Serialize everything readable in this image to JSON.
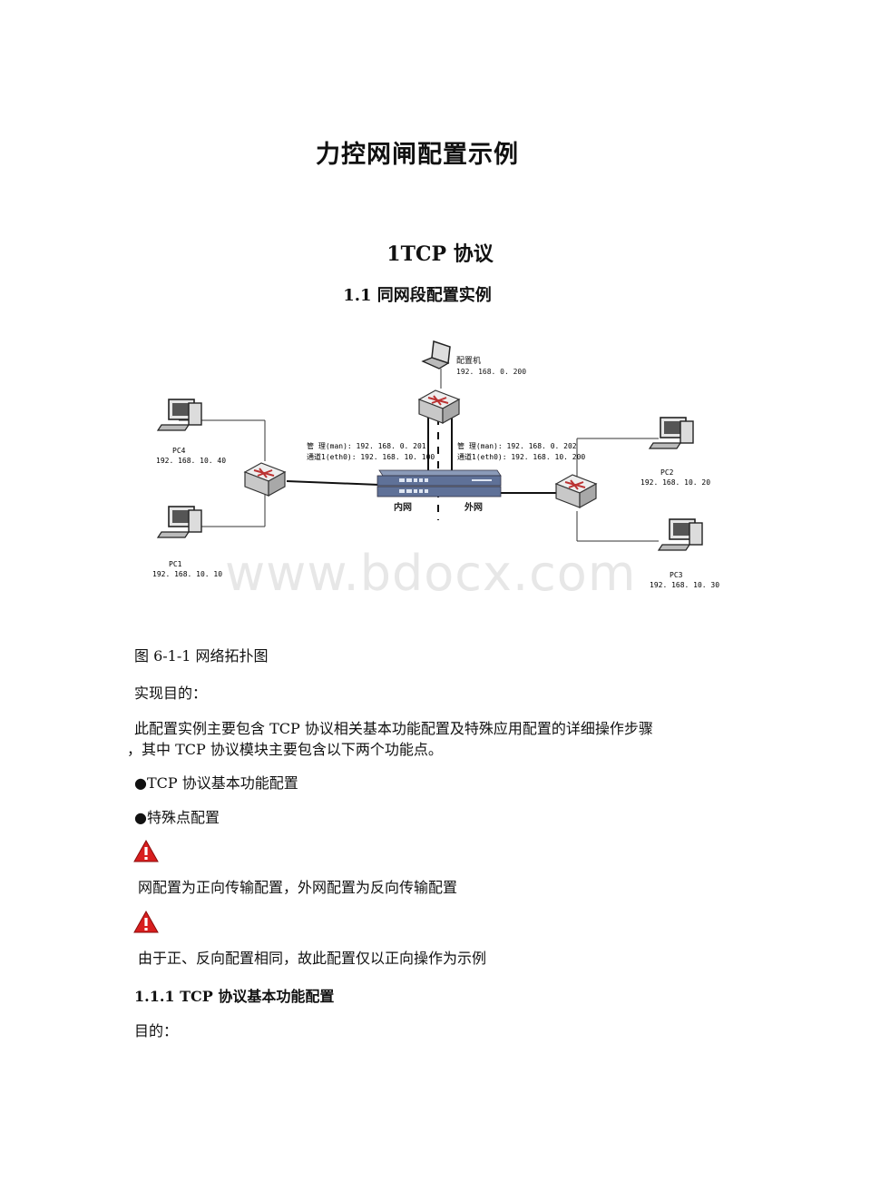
{
  "title": "力控网闸配置示例",
  "section1": "1TCP 协议",
  "section1_1": "1.1 同网段配置实例",
  "diagram": {
    "config_pc_name": "配置机",
    "config_pc_ip": "192. 168. 0. 200",
    "pc4_name": "PC4",
    "pc4_ip": "192. 168. 10. 40",
    "pc1_name": "PC1",
    "pc1_ip": "192. 168. 10. 10",
    "pc2_name": "PC2",
    "pc2_ip": "192. 168. 10. 20",
    "pc3_name": "PC3",
    "pc3_ip": "192. 168. 10. 30",
    "left_mgmt": "管  理(man): 192. 168. 0. 201",
    "left_channel": "通道1(eth0): 192. 168. 10. 100",
    "right_mgmt": "管  理(man): 192. 168. 0. 202",
    "right_channel": "通道1(eth0): 192. 168. 10. 200",
    "inner_net": "内网",
    "outer_net": "外网"
  },
  "watermark": "www.bdocx.com",
  "caption": "图 6-1-1 网络拓扑图",
  "goal_label": "实现目的：",
  "intro_line1": "此配置实例主要包含 TCP 协议相关基本功能配置及特殊应用配置的详细操作步骤",
  "intro_line2": "，其中 TCP 协议模块主要包含以下两个功能点。",
  "bullet1": "●TCP 协议基本功能配置",
  "bullet2": "●特殊点配置",
  "warning1_icon": "warning-icon",
  "warning1": "网配置为正向传输配置，外网配置为反向传输配置",
  "warning2_icon": "warning-icon",
  "warning2": "由于正、反向配置相同，故此配置仅以正向操作为示例",
  "section1_1_1": "1.1.1 TCP 协议基本功能配置",
  "purpose_label": "目的："
}
